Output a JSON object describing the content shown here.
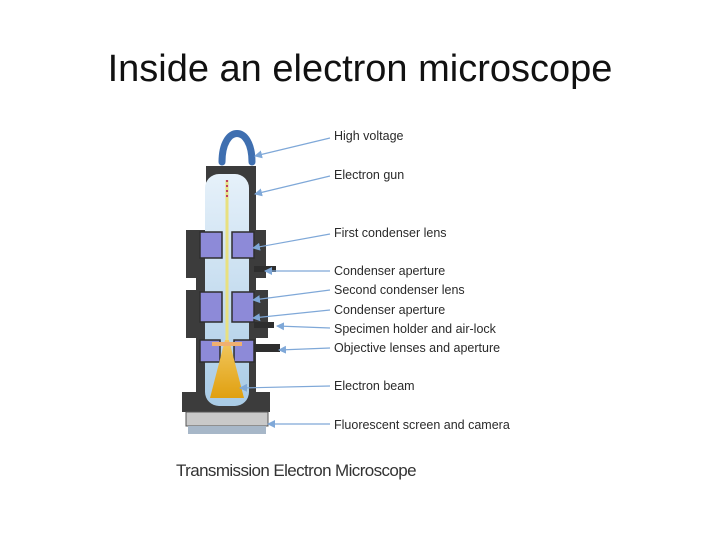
{
  "slide": {
    "title": "Inside an electron microscope"
  },
  "diagram": {
    "labels": {
      "high_voltage": "High voltage",
      "electron_gun": "Electron gun",
      "first_condenser_lens": "First condenser lens",
      "condenser_aperture_1": "Condenser  aperture",
      "second_condenser_lens": "Second condenser lens",
      "condenser_aperture_2": "Condenser aperture",
      "specimen_holder": "Specimen holder and air-lock",
      "objective_lenses": "Objective lenses and aperture",
      "electron_beam": "Electron beam",
      "fluorescent_screen": "Fluorescent  screen  and camera"
    },
    "caption": "Transmission Electron Microscope",
    "colors": {
      "body": "#3c3c3c",
      "vacuum": "#bcd9ef",
      "lens": "#8d8ad8",
      "beam": "#e8e080",
      "beam_cone": "#e8a820",
      "arrow": "#7fa8d8",
      "cable": "#3f6fb0"
    }
  }
}
